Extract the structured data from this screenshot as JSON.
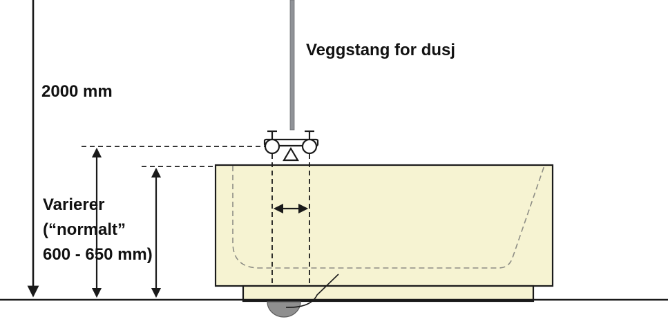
{
  "diagram": {
    "title": "Veggstang for dusj",
    "labels": {
      "rod": "Veggstang for dusj",
      "ceiling_height": "2000 mm",
      "varies_line1": "Varierer",
      "varies_line2": "(“normalt”",
      "varies_line3": "600 - 650 mm)"
    },
    "colors": {
      "tub_fill": "#f6f3d2",
      "rod_gray": "#909398",
      "drain_gray": "#8f8f8f",
      "line": "#1a1a1a",
      "inner_dash": "#8d8d85",
      "background": "#ffffff"
    }
  }
}
